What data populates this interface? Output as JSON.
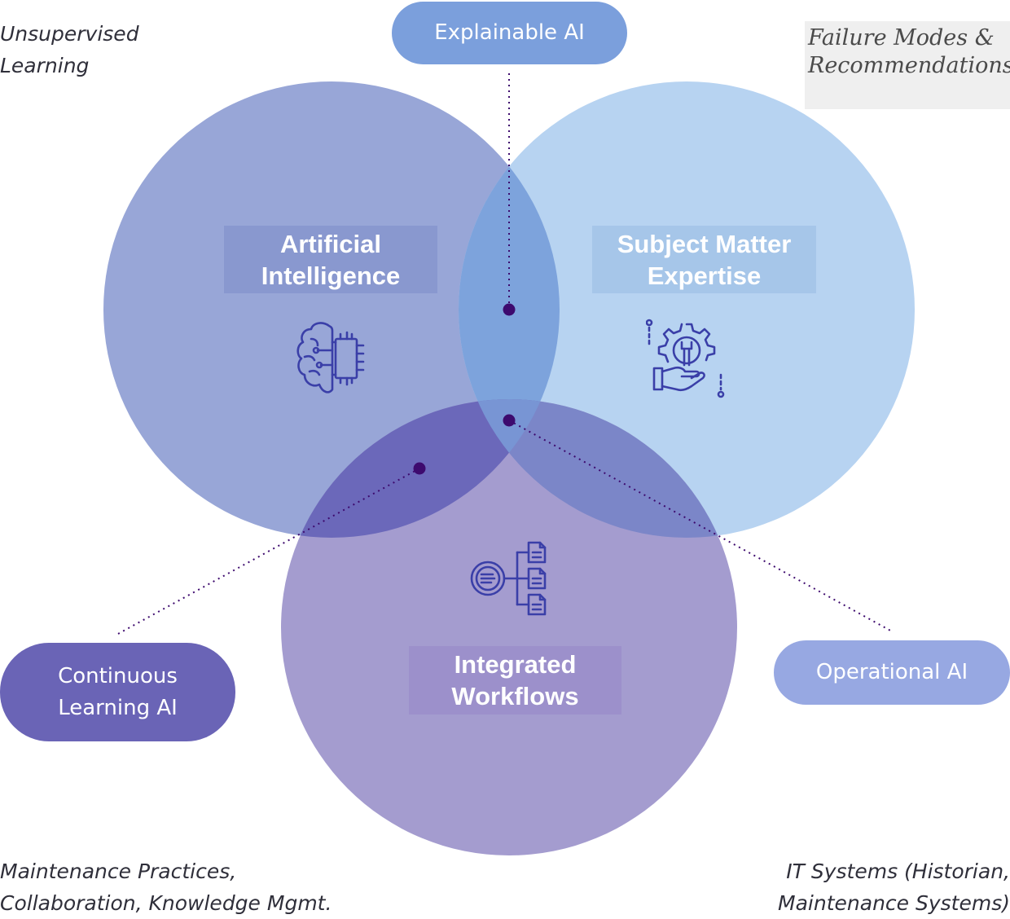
{
  "diagram": {
    "type": "venn",
    "circles": [
      {
        "id": "ai",
        "label_lines": [
          "Artificial",
          "Intelligence"
        ],
        "icon": "brain-chip-icon",
        "color": "#8e9ed4"
      },
      {
        "id": "sme",
        "label_lines": [
          "Subject Matter",
          "Expertise"
        ],
        "icon": "gear-wrench-hand-icon",
        "color": "#aecdf0"
      },
      {
        "id": "iw",
        "label_lines": [
          "Integrated",
          "Workflows"
        ],
        "icon": "workflow-documents-icon",
        "color": "#9788c8"
      }
    ],
    "intersections": [
      {
        "id": "xai",
        "between": [
          "ai",
          "sme"
        ],
        "label": "Explainable AI",
        "color": "#7b9fdc"
      },
      {
        "id": "cl",
        "between": [
          "ai",
          "iw"
        ],
        "label_lines": [
          "Continuous",
          "Learning AI"
        ],
        "color": "#6a64b6"
      },
      {
        "id": "op",
        "between": [
          "sme",
          "iw"
        ],
        "label": "Operational AI",
        "color": "#97a8e2"
      }
    ],
    "corner_notes": {
      "top_left": [
        "Unsupervised",
        "Learning"
      ],
      "top_right": [
        "Failure Modes &",
        "Recommendations"
      ],
      "bottom_left": [
        "Maintenance Practices,",
        "Collaboration, Knowledge Mgmt."
      ],
      "bottom_right": [
        "IT Systems (Historian,",
        "Maintenance Systems)"
      ]
    },
    "connector_dot_color": "#3d0a6e",
    "icon_color": "#3a3fa8"
  }
}
